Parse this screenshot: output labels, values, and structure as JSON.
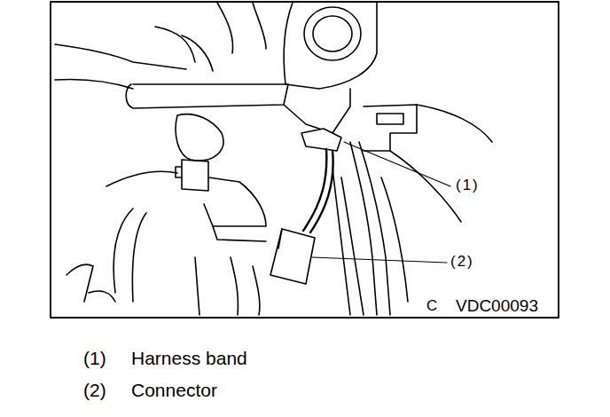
{
  "diagram": {
    "labels": [
      "(1)",
      "(2)",
      "C",
      "VDC00093",
      "(1)",
      "Harness band",
      "(2)",
      "Connector"
    ]
  }
}
